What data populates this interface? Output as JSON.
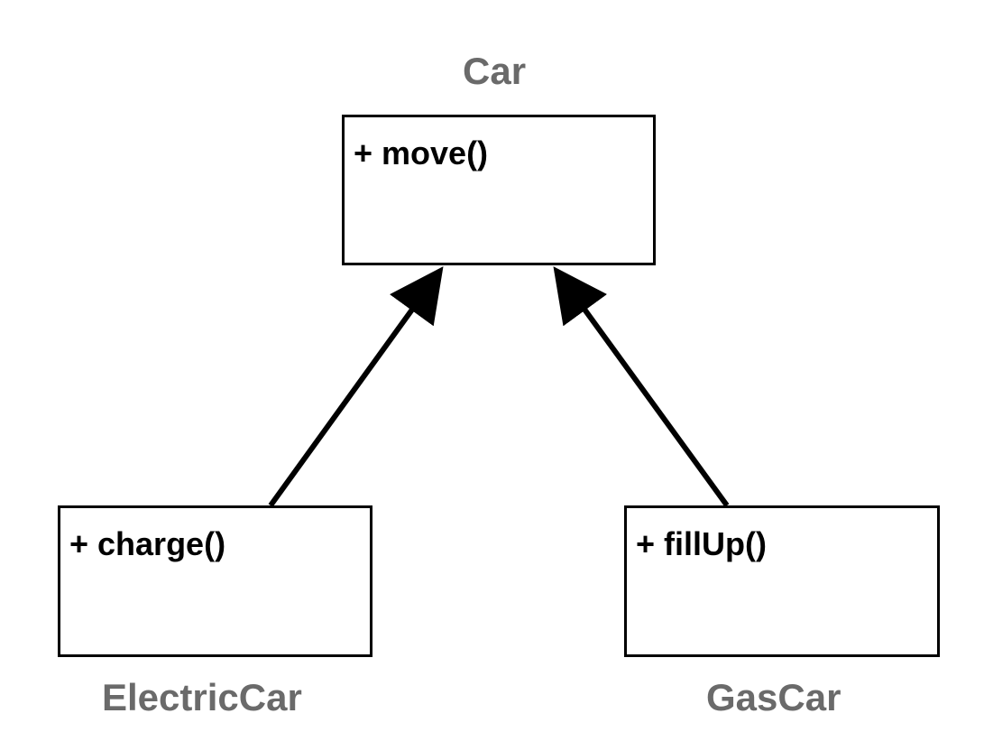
{
  "diagram": {
    "classes": [
      {
        "id": "car",
        "name": "Car",
        "method": "+ move()"
      },
      {
        "id": "electric-car",
        "name": "ElectricCar",
        "method": "+ charge()"
      },
      {
        "id": "gas-car",
        "name": "GasCar",
        "method": "+ fillUp()"
      }
    ],
    "edges": [
      {
        "from": "electric-car",
        "to": "car",
        "type": "inheritance"
      },
      {
        "from": "gas-car",
        "to": "car",
        "type": "inheritance"
      }
    ],
    "colors": {
      "class_name": "#6a6a6a",
      "stroke": "#000000",
      "text": "#000000"
    }
  }
}
